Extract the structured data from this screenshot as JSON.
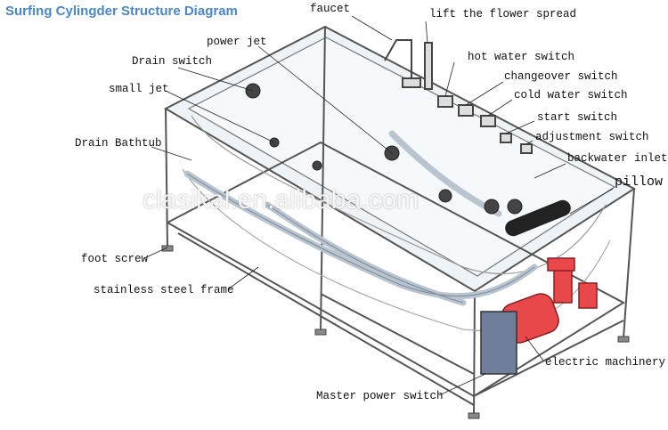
{
  "title": "Surfing Cylingder Structure Diagram",
  "watermark": "clasikal.en.alibaba.com",
  "labels": {
    "faucet": "faucet",
    "lift_the_flower_spread": "lift the flower spread",
    "power_jet": "power jet",
    "drain_switch": "Drain switch",
    "hot_water_switch": "hot water switch",
    "changeover_switch": "changeover switch",
    "small_jet": "small jet",
    "cold_water_switch": "cold water switch",
    "start_switch": "start switch",
    "drain_bathtub": "Drain Bathtub",
    "adjustment_switch": "adjustment switch",
    "backwater_inlet": "backwater inlet",
    "pillow": "pillow",
    "foot_screw": "foot screw",
    "stainless_steel_frame": "stainless steel frame",
    "electric_machinery": "electric machinery",
    "master_power_switch": "Master power switch"
  },
  "colors": {
    "title": "#4a86c8",
    "frame": "#5a5a5a",
    "pump": "#e8484a",
    "pipe": "#c9d3dc"
  }
}
